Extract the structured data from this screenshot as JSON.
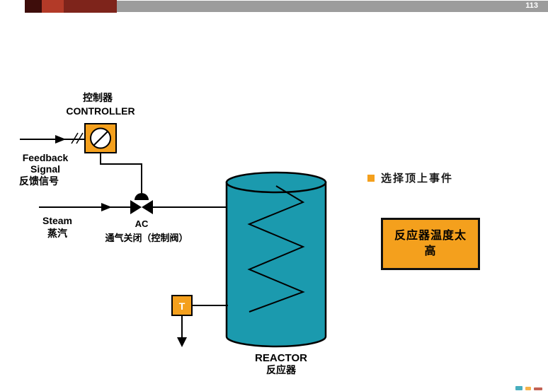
{
  "page": {
    "number": "113"
  },
  "colors": {
    "teal": "#1B9AAE",
    "orange": "#F4A01D",
    "bar_gray": "#9C9C9C",
    "bar_block_dark": "#3E0D0B",
    "bar_block_red": "#B33A28",
    "bar_block_maroon": "#7E241B"
  },
  "diagram": {
    "controller_cn": "控制器",
    "controller_en": "CONTROLLER",
    "feedback_en_1": "Feedback",
    "feedback_en_2": "Signal",
    "feedback_cn": "反馈信号",
    "steam_en": "Steam",
    "steam_cn": "蒸汽",
    "valve_code": "AC",
    "valve_desc_cn": "通气关闭（控制阀）",
    "sensor_letter": "T",
    "reactor_en": "REACTOR",
    "reactor_cn": "反应器"
  },
  "annotation": {
    "bullet_label": "选择顶上事件",
    "top_event": "反应器温度太高"
  }
}
